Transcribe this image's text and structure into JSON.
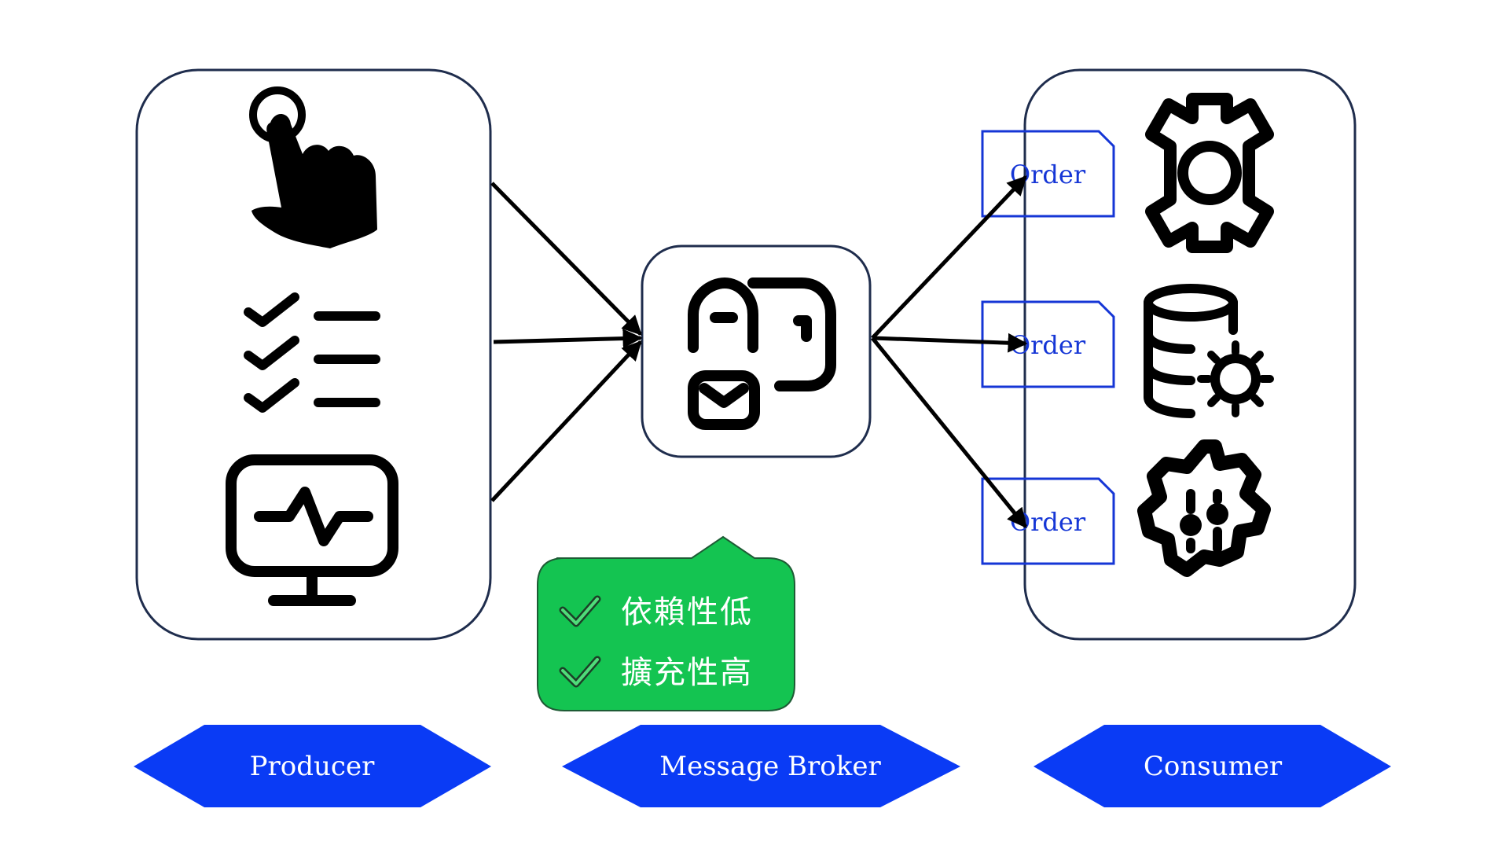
{
  "labels": {
    "producer": "Producer",
    "broker": "Message Broker",
    "consumer": "Consumer"
  },
  "messages": [
    "Order",
    "Order",
    "Order"
  ],
  "benefits": [
    "依賴性低",
    "擴充性高"
  ],
  "icons": {
    "producer": [
      "hand-pointer-icon",
      "checklist-icon",
      "monitor-pulse-icon"
    ],
    "broker": "message-queue-icon",
    "consumer": [
      "gear-icon",
      "database-gear-icon",
      "settings-sliders-icon"
    ],
    "benefit": "checkmark-icon"
  },
  "colors": {
    "box_border": "#1f2d4d",
    "label_fill": "#0a3bf5",
    "label_text": "#ffffff",
    "message_border": "#1536d6",
    "message_text": "#1536d6",
    "callout_fill": "#14c451",
    "callout_text": "#ffffff",
    "arrow": "#000000"
  }
}
